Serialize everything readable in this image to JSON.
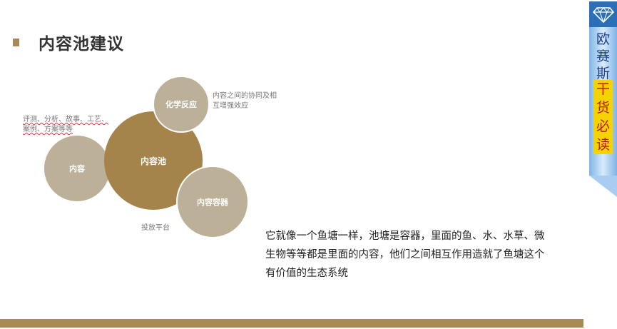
{
  "slide": {
    "title": "内容池建议",
    "circles": {
      "content": "内容",
      "pool": "内容池",
      "chemistry": "化学反应",
      "container": "内容容器"
    },
    "notes": {
      "left_line1": "评测、分析、故事、工艺、",
      "left_line2": "案例、方案等等",
      "right_line1": "内容之间的协同及相",
      "right_line2": "互增强效应",
      "platform": "投放平台"
    },
    "body": {
      "line1": "它就像一个鱼塘一样，池塘是容器，里面的鱼、水、水草、微",
      "line2": "生物等等都是里面的内容，他们之间相互作用造就了鱼塘这个",
      "line3": "有价值的生态系统"
    }
  },
  "ribbon": {
    "icon": "diamond-icon",
    "chars_blue": [
      "欧",
      "赛",
      "斯"
    ],
    "chars_yellow": [
      "干",
      "货",
      "必",
      "读"
    ]
  },
  "colors": {
    "accent_gold": "#a78a55",
    "pool_brown": "#a5844c",
    "circle_tan": "#bcb198",
    "ribbon_blue": "#2b6fb8"
  }
}
